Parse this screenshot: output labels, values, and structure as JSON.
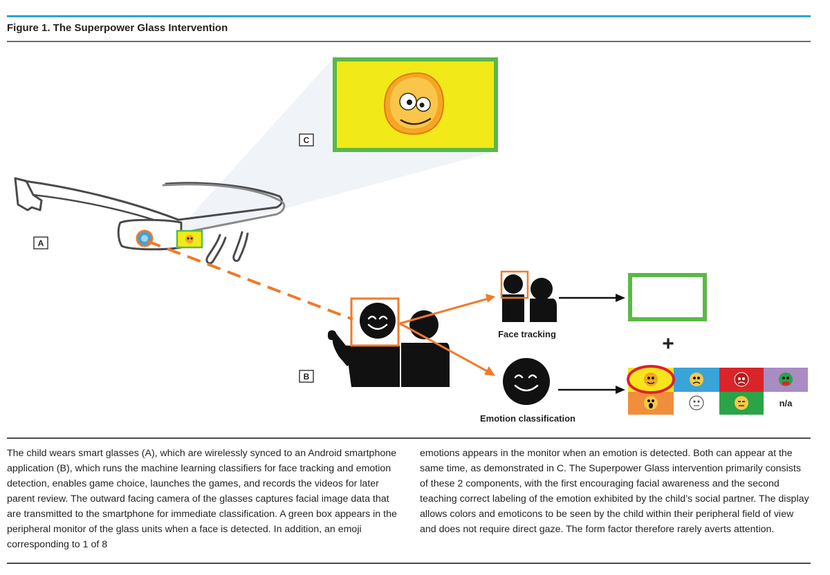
{
  "figure": {
    "title": "Figure 1. The Superpower Glass Intervention",
    "labels": {
      "a": "A",
      "b": "B",
      "c": "C"
    },
    "face_tracking_label": "Face tracking",
    "emotion_classification_label": "Emotion classification",
    "plus_sign": "+",
    "na_cell": "n/a"
  },
  "colors": {
    "accent_blue": "#2aa3d6",
    "orange": "#f07a2a",
    "green": "#5ab947",
    "yellow_screen": "#f2e918",
    "grid_yellow": "#f6e51c",
    "grid_blue": "#3aa3d8",
    "grid_red": "#d9252a",
    "grid_purple": "#a98cc4",
    "grid_orange": "#f18e3c",
    "grid_green": "#2aa447",
    "highlight_red": "#e0202a"
  },
  "caption": {
    "left": "The child wears smart glasses (A), which are wirelessly synced to an Android smartphone application (B), which runs the machine learning classifiers for face tracking and emotion detection, enables game choice, launches the games, and records the videos for later parent review. The outward facing camera of the glasses captures facial image data that are transmitted to the smartphone for immediate classification. A green box appears in the peripheral monitor of the glass units when a face is detected. In addition, an emoji corresponding to 1 of 8",
    "right": "emotions appears in the monitor when an emotion is detected. Both can appear at the same time, as demonstrated in C. The Superpower Glass intervention primarily consists of these 2 components, with the first encouraging facial awareness and the second teaching correct labeling of the emotion exhibited by the child’s social partner. The display allows colors and emoticons to be seen by the child within their peripheral field of view and does not require direct gaze. The form factor therefore rarely averts attention."
  }
}
